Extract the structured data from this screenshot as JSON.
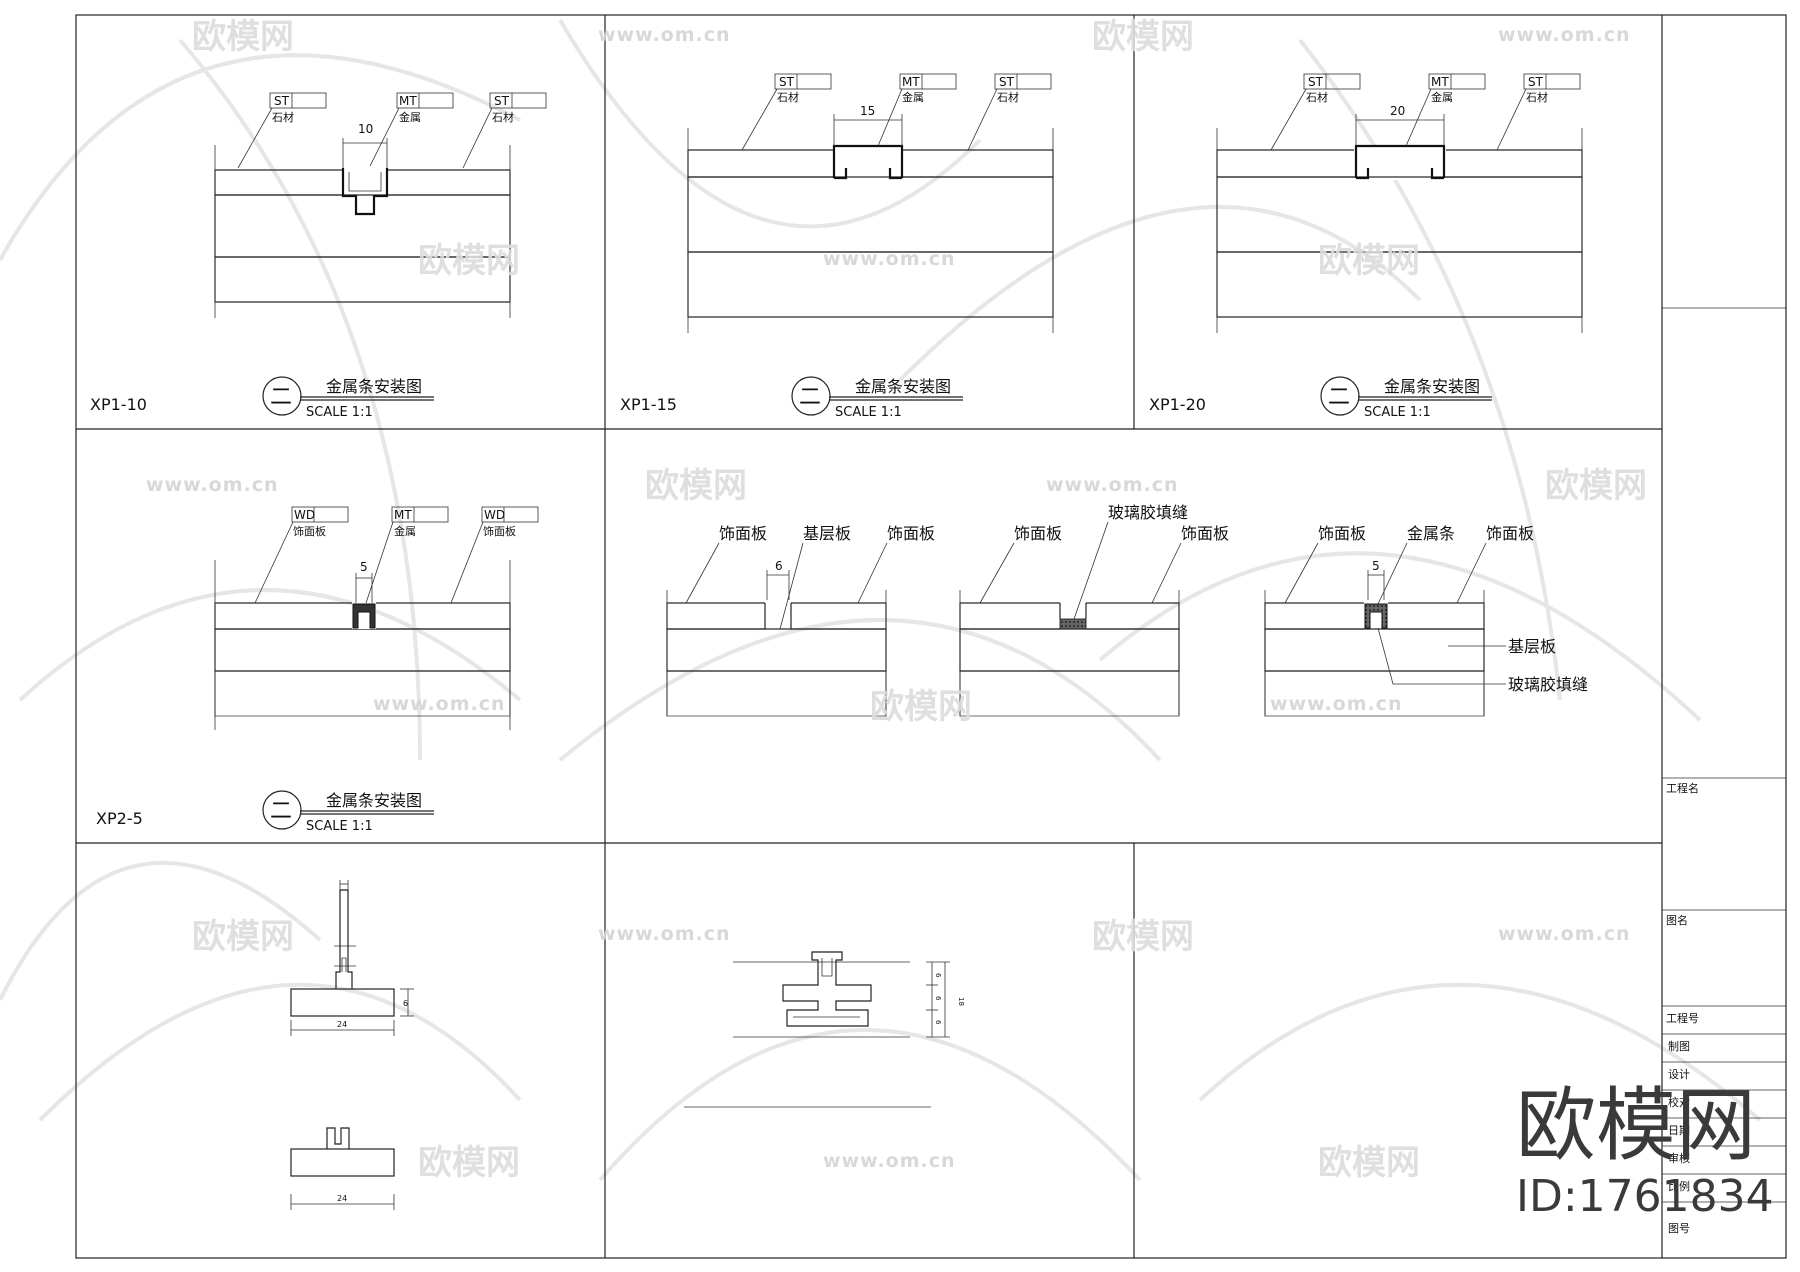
{
  "colors": {
    "line": "#222222",
    "paper": "#ffffff",
    "watermark": "#dcdcdc",
    "fill_dark": "#555555"
  },
  "materials": {
    "st": "ST",
    "mt": "MT",
    "wd": "WD",
    "stone": "石材",
    "metal": "金属",
    "panel": "饰面板"
  },
  "callouts": {
    "panel": "饰面板",
    "base": "基层板",
    "glue": "玻璃胶填缝",
    "metal_strip": "金属条"
  },
  "title_block": {
    "project_name": "工程名",
    "drawing_name": "图名",
    "project_no": "工程号",
    "drawn": "制图",
    "design": "设计",
    "check": "校对",
    "date": "日期",
    "audit": "审核",
    "scale": "比例",
    "sheet_no": "图号"
  },
  "details": [
    {
      "code": "XP1-10",
      "title": "金属条安装图",
      "scale": "SCALE 1:1",
      "circle": "二",
      "dim": "10"
    },
    {
      "code": "XP1-15",
      "title": "金属条安装图",
      "scale": "SCALE 1:1",
      "circle": "二",
      "dim": "15"
    },
    {
      "code": "XP1-20",
      "title": "金属条安装图",
      "scale": "SCALE 1:1",
      "circle": "二",
      "dim": "20"
    },
    {
      "code": "XP2-5",
      "title": "金属条安装图",
      "scale": "SCALE 1:1",
      "circle": "二",
      "dim": "5"
    }
  ],
  "middle_dims": {
    "gap": "6",
    "strip": "5"
  },
  "profile_dims": {
    "width_a": "24",
    "height_a": "6",
    "width_b": "24",
    "h1": "6",
    "h2": "6",
    "h3": "6",
    "total": "18"
  },
  "watermark": {
    "brand": "欧模网",
    "url": "www.om.cn",
    "id": "ID:1761834"
  }
}
